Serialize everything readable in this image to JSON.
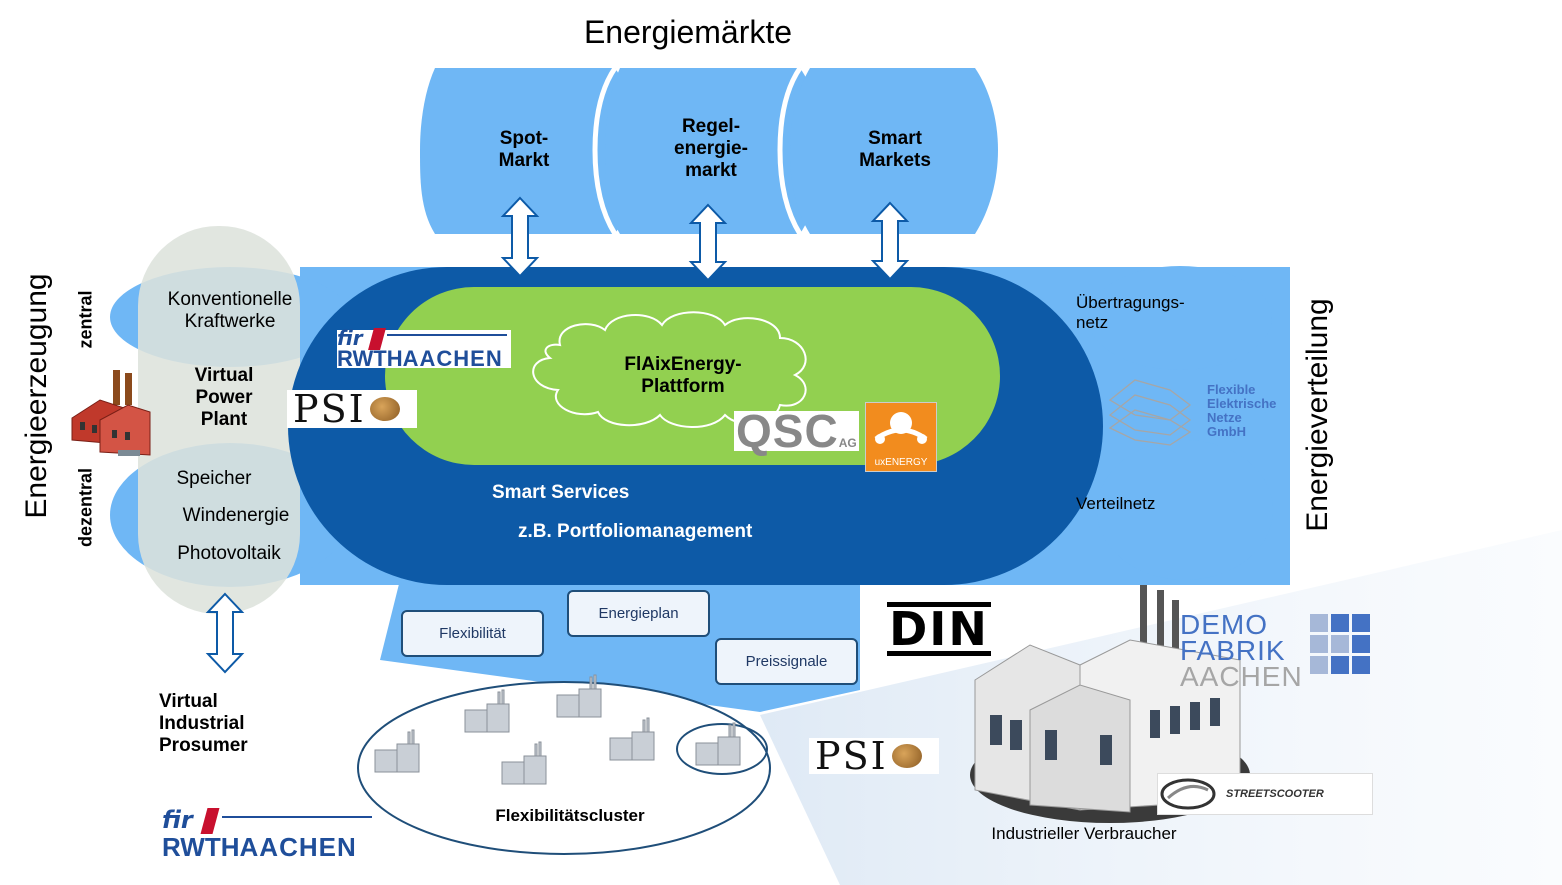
{
  "title": "Energiemärkte",
  "markets": [
    {
      "label": "Spot-\nMarkt"
    },
    {
      "label": "Regel-\nenergie-\nmarkt"
    },
    {
      "label": "Smart\nMarkets"
    }
  ],
  "left_axis_label": "Energieerzeugung",
  "right_axis_label": "Energieverteilung",
  "zentral_label": "zentral",
  "dezentral_label": "dezentral",
  "conventional": "Konventionelle\nKraftwerke",
  "vpp": "Virtual\nPower\nPlant",
  "dezentral_items": [
    "Speicher",
    "Windenergie",
    "Photovoltaik"
  ],
  "vip": "Virtual\nIndustrial\nProsumer",
  "platform_name": "FlAixEnergy-\nPlattform",
  "smart_services": "Smart Services",
  "portfolio": "z.B. Portfoliomanagement",
  "uebertragung": "Übertragungs-\nnetz",
  "verteilnetz": "Verteilnetz",
  "signals": [
    "Flexibilität",
    "Energieplan",
    "Preissignale"
  ],
  "cluster_label": "Flexibilitätscluster",
  "consumer_label": "Industrieller Verbraucher",
  "logos": {
    "fir_prefix": "fir",
    "rwth": "RWTH",
    "aachen": "AACHEN",
    "psi": "PSI",
    "qsc": "QSC",
    "qsc_suffix": "AG",
    "uxenergy": "uxENERGY",
    "din": "DIN",
    "demo_lines": [
      "DEMO",
      "FABRIK",
      "AACHEN"
    ],
    "fen_lines": [
      "Flexible",
      "Elektrische",
      "Netze",
      "GmbH"
    ],
    "streetscooter": "STREETSCOOTER"
  },
  "colors": {
    "light_blue": "#6fb7f5",
    "dark_blue": "#0d5aa7",
    "green": "#92d050",
    "pale_gray": "#dde3dc"
  }
}
